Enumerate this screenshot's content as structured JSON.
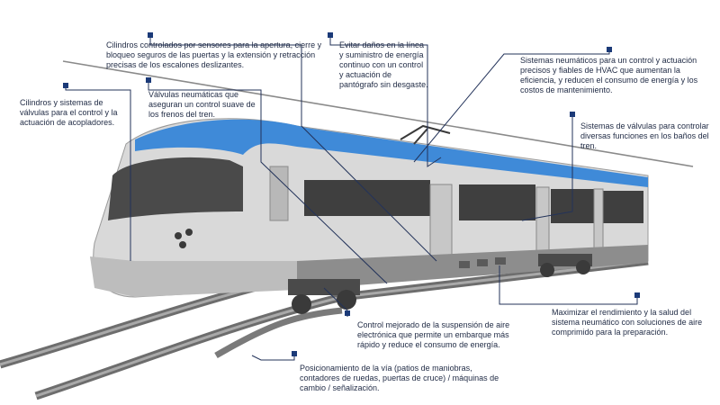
{
  "colors": {
    "accent": "#3f8ad8",
    "marker": "#1b3a78",
    "leader": "#23335a",
    "train_body": "#d6d6d6",
    "train_dark": "#3d3d3d"
  },
  "callouts": [
    {
      "id": "sliding-steps",
      "text": "Cilindros controlados por sensores para la apertura, cierre y bloqueo seguros de las puertas y la extensión y retracción precisas de los escalones deslizantes."
    },
    {
      "id": "pantograph",
      "text": "Evitar daños en la línea y suministro de energía continuo con un control y actuación de pantógrafo sin desgaste."
    },
    {
      "id": "hvac",
      "text": "Sistemas neumáticos para un control y actuación precisos y fiables de HVAC que aumentan la eficiencia, y reducen el consumo de energía y los costos de mantenimiento."
    },
    {
      "id": "couplers",
      "text": "Cilindros y sistemas de válvulas para el control y la actuación de acopladores."
    },
    {
      "id": "brakes",
      "text": "Válvulas neumáticas que aseguran un control suave de los frenos del tren."
    },
    {
      "id": "toilets",
      "text": "Sistemas de válvulas para controlar diversas funciones en los baños del tren."
    },
    {
      "id": "compressed-air",
      "text": "Maximizar el rendimiento y la salud del sistema neumático con soluciones de aire comprimido para la preparación."
    },
    {
      "id": "suspension",
      "text": "Control mejorado de la suspensión de aire electrónica que permite un embarque más rápido y reduce el consumo de energía."
    },
    {
      "id": "trackside",
      "text": "Posicionamiento de la vía (patios de maniobras, contadores de ruedas, puertas de cruce) / máquinas de cambio / señalización."
    }
  ]
}
